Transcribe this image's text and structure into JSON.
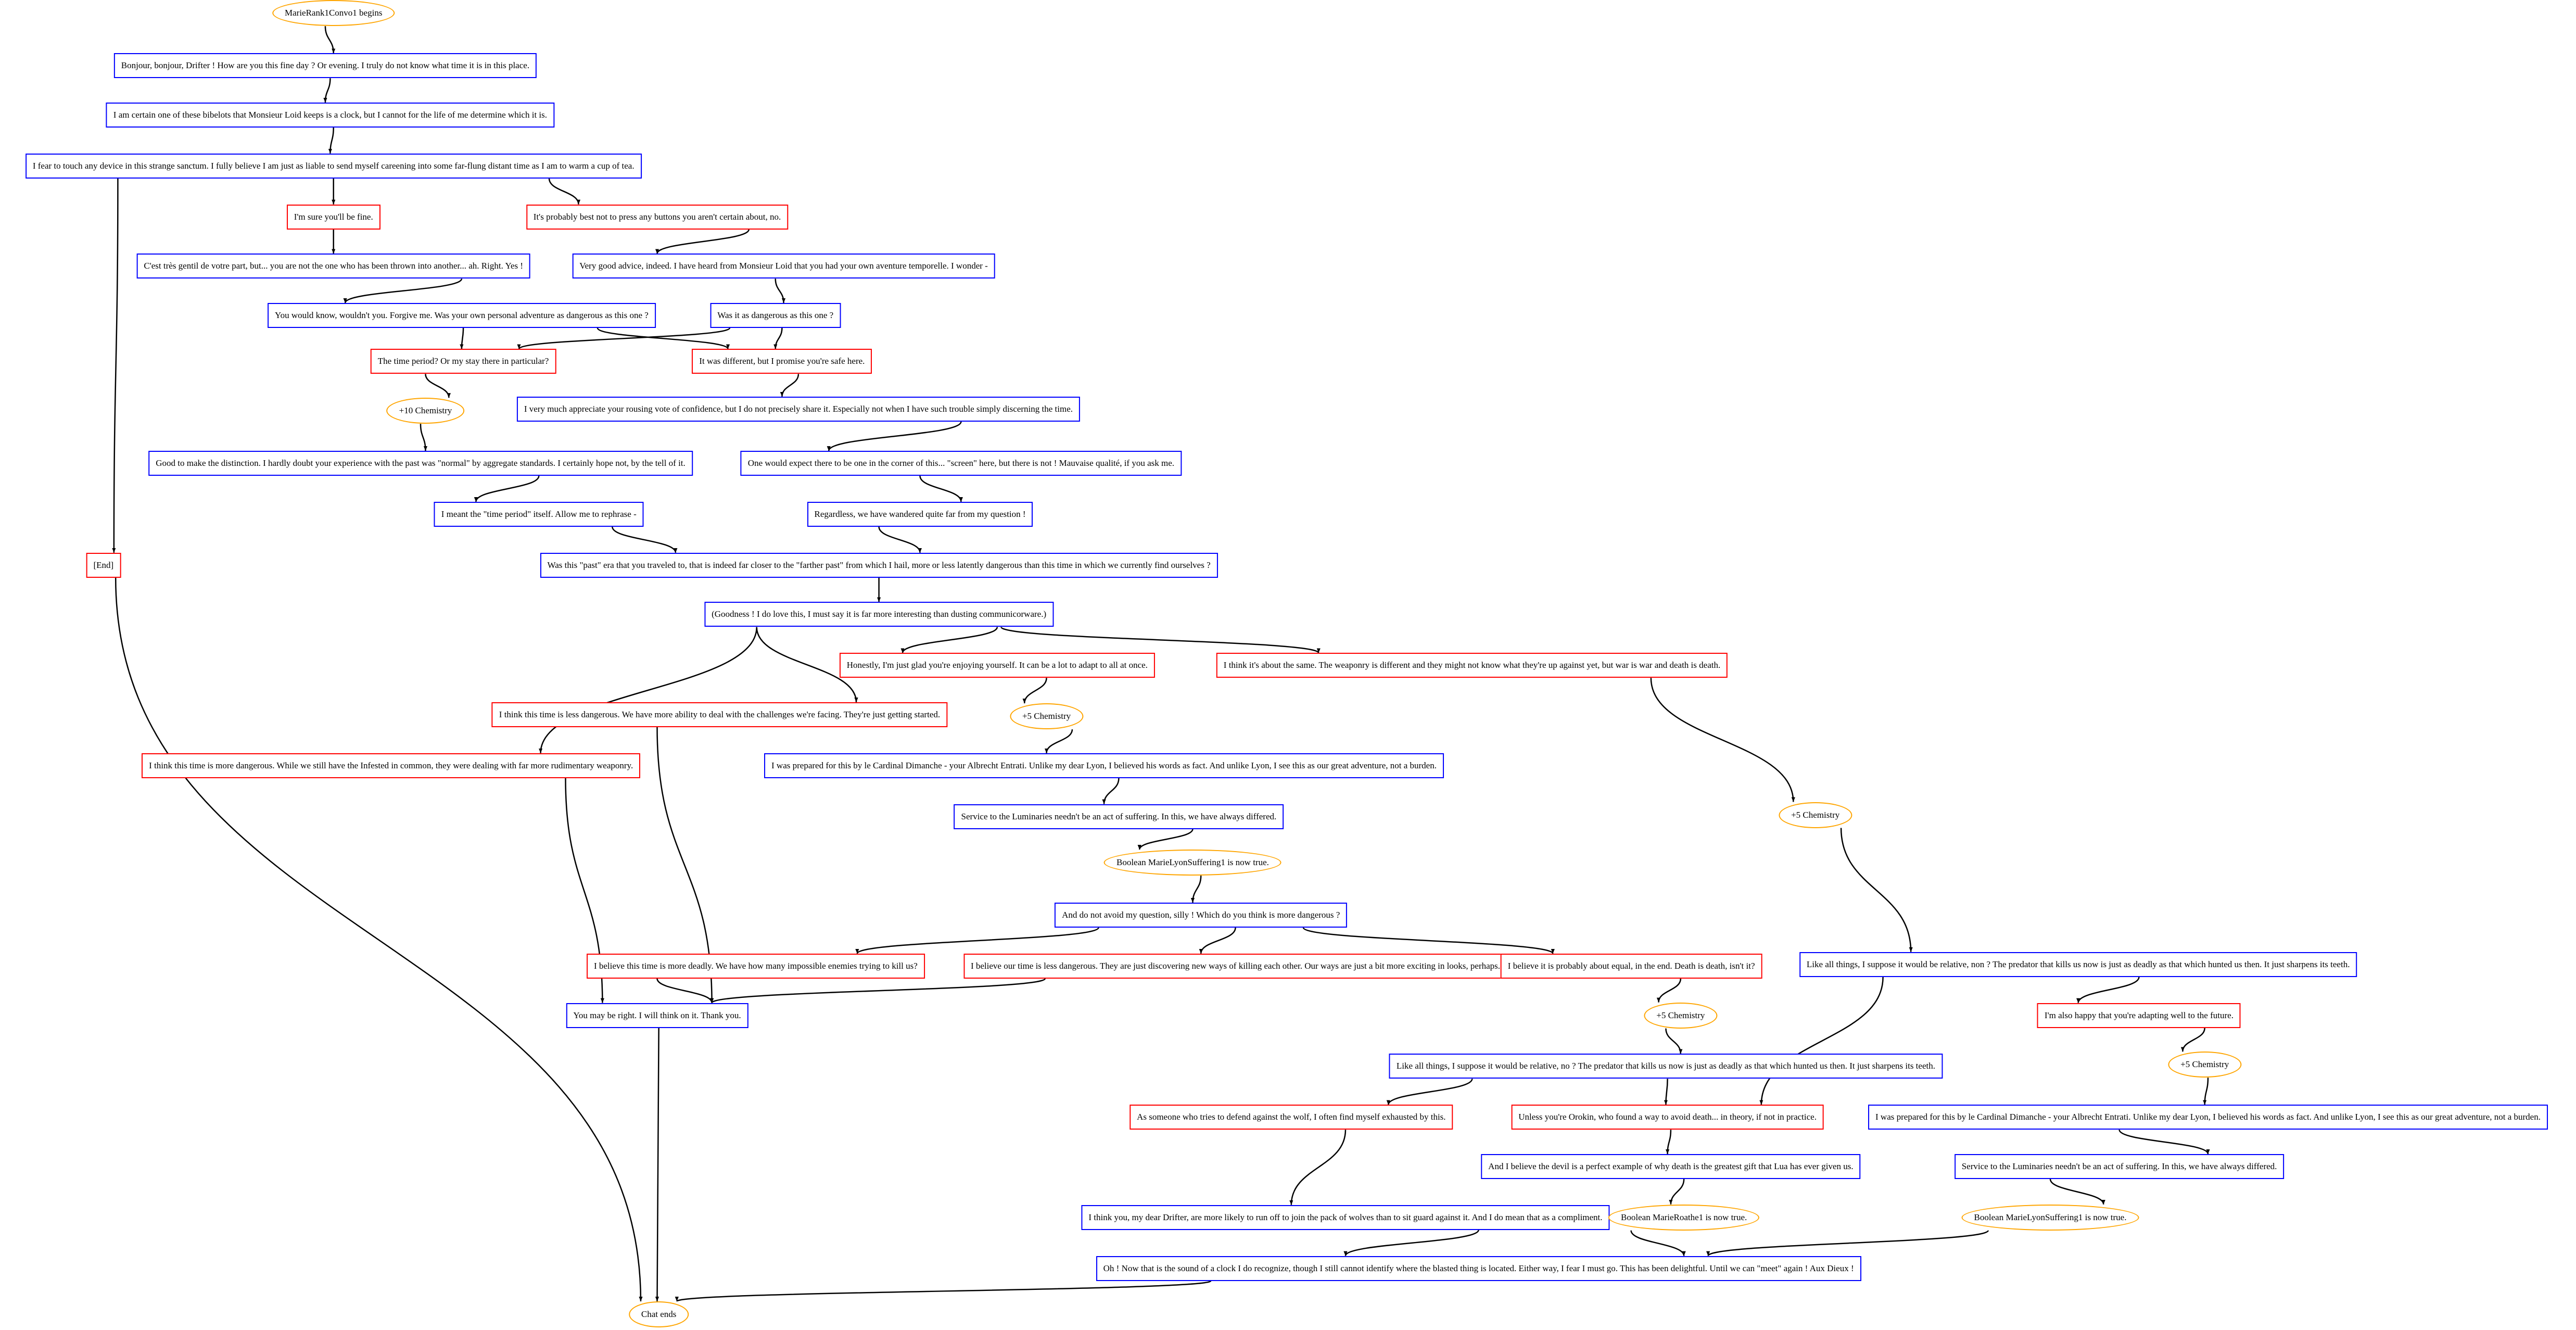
{
  "colors": {
    "npc": "#0000ff",
    "player": "#ff0000",
    "event": "#ffa500",
    "edge": "#000000"
  },
  "nodes": [
    {
      "type": "ellipse",
      "text": "MarieRank1Convo1 begins"
    },
    {
      "type": "box-blue",
      "text": "Bonjour, bonjour, Drifter ! How are you this fine day ? Or evening. I truly do not know what time it is in this place."
    },
    {
      "type": "box-blue",
      "text": "I am certain one of these bibelots that Monsieur Loid keeps is a clock, but I cannot for the life of me determine which it is."
    },
    {
      "type": "box-blue",
      "text": "I fear to touch any device in this strange sanctum. I fully believe I am just as liable to send myself careening into some far-flung distant time as I am to warm a cup of tea."
    },
    {
      "type": "box-red",
      "text": "I'm sure you'll be fine."
    },
    {
      "type": "box-red",
      "text": "It's probably best not to press any buttons you aren't certain about, no."
    },
    {
      "type": "box-blue",
      "text": "C'est très gentil de votre part, but... you are not the one who has been thrown into another... ah. Right. Yes !"
    },
    {
      "type": "box-blue",
      "text": "Very good advice, indeed. I have heard from Monsieur Loid that you had your own aventure temporelle. I wonder -"
    },
    {
      "type": "box-blue",
      "text": "You would know, wouldn't you. Forgive me. Was your own personal adventure as dangerous as this one ?"
    },
    {
      "type": "box-blue",
      "text": "Was it as dangerous as this one ?"
    },
    {
      "type": "box-red",
      "text": "The time period? Or my stay there in particular?"
    },
    {
      "type": "box-red",
      "text": "It was different, but I promise you're safe here."
    },
    {
      "type": "ellipse",
      "text": "+10 Chemistry"
    },
    {
      "type": "box-blue",
      "text": "I very much appreciate your rousing vote of confidence, but I do not precisely share it. Especially not when I have such trouble simply discerning the time."
    },
    {
      "type": "box-blue",
      "text": "Good to make the distinction. I hardly doubt your experience with the past was \"normal\" by aggregate standards. I certainly hope not, by the tell of it."
    },
    {
      "type": "box-blue",
      "text": "One would expect there to be one in the corner of this... \"screen\" here, but there is not ! Mauvaise qualité, if you ask me."
    },
    {
      "type": "box-blue",
      "text": "I meant the \"time period\" itself. Allow me to rephrase -"
    },
    {
      "type": "box-blue",
      "text": "Regardless, we have wandered quite far from my question !"
    },
    {
      "type": "box-red",
      "text": "[End]"
    },
    {
      "type": "box-blue",
      "text": "Was this \"past\" era that you traveled to, that is indeed far closer to the \"farther past\" from which I hail, more or less latently dangerous than this time in which we currently find ourselves ?"
    },
    {
      "type": "box-blue",
      "text": "(Goodness ! I do love this, I must say it is far more interesting than dusting communicorware.)"
    },
    {
      "type": "box-red",
      "text": "Honestly, I'm just glad you're enjoying yourself. It can be a lot to adapt to all at once."
    },
    {
      "type": "box-red",
      "text": "I think it's about the same. The weaponry is different and they might not know what they're up against yet, but war is war and death is death."
    },
    {
      "type": "box-red",
      "text": "I think this time is less dangerous. We have more ability to deal with the challenges we're facing. They're just getting started."
    },
    {
      "type": "ellipse",
      "text": "+5 Chemistry"
    },
    {
      "type": "box-red",
      "text": "I think this time is more dangerous. While we still have the Infested in common, they were dealing with far more rudimentary weaponry."
    },
    {
      "type": "box-blue",
      "text": "I was prepared for this by le Cardinal Dimanche - your Albrecht Entrati. Unlike my dear Lyon, I believed his words as fact. And unlike Lyon, I see this as our great adventure, not a burden."
    },
    {
      "type": "ellipse",
      "text": "+5 Chemistry"
    },
    {
      "type": "box-blue",
      "text": "Service to the Luminaries needn't be an act of suffering. In this, we have always differed."
    },
    {
      "type": "ellipse",
      "text": "Boolean MarieLyonSuffering1 is now true."
    },
    {
      "type": "box-blue",
      "text": "And do not avoid my question, silly ! Which do you think is more dangerous ?"
    },
    {
      "type": "box-red",
      "text": "I believe this time is more deadly. We have how many impossible enemies trying to kill us?"
    },
    {
      "type": "box-red",
      "text": "I believe our time is less dangerous. They are just discovering new ways of killing each other. Our ways are just a bit more exciting in looks, perhaps."
    },
    {
      "type": "box-red",
      "text": "I believe it is probably about equal, in the end. Death is death, isn't it?"
    },
    {
      "type": "box-blue",
      "text": "Like all things, I suppose it would be relative, non ? The predator that kills us now is just as deadly as that which hunted us then. It just sharpens its teeth."
    },
    {
      "type": "box-blue",
      "text": "You may be right. I will think on it. Thank you."
    },
    {
      "type": "ellipse",
      "text": "+5 Chemistry"
    },
    {
      "type": "box-red",
      "text": "I'm also happy that you're adapting well to the future."
    },
    {
      "type": "ellipse",
      "text": "+5 Chemistry"
    },
    {
      "type": "box-blue",
      "text": "Like all things, I suppose it would be relative, no ? The predator that kills us now is just as deadly as that which hunted us then. It just sharpens its teeth."
    },
    {
      "type": "box-red",
      "text": "As someone who tries to defend against the wolf, I often find myself exhausted by this."
    },
    {
      "type": "box-red",
      "text": "Unless you're Orokin, who found a way to avoid death... in theory, if not in practice."
    },
    {
      "type": "box-blue",
      "text": "I was prepared for this by le Cardinal Dimanche - your Albrecht Entrati. Unlike my dear Lyon, I believed his words as fact. And unlike Lyon, I see this as our great adventure, not a burden."
    },
    {
      "type": "box-blue",
      "text": "And I believe the devil is a perfect example of why death is the greatest gift that Lua has ever given us."
    },
    {
      "type": "box-blue",
      "text": "Service to the Luminaries needn't be an act of suffering. In this, we have always differed."
    },
    {
      "type": "box-blue",
      "text": "I think you, my dear Drifter, are more likely to run off to join the pack of wolves than to sit guard against it. And I do mean that as a compliment."
    },
    {
      "type": "ellipse",
      "text": "Boolean MarieRoathe1 is now true."
    },
    {
      "type": "ellipse",
      "text": "Boolean MarieLyonSuffering1 is now true."
    },
    {
      "type": "box-blue",
      "text": "Oh ! Now that is the sound of a clock I do recognize, though I still cannot identify where the blasted thing is located. Either way, I fear I must go. This has been delightful. Until we can \"meet\" again ! Aux Dieux !"
    },
    {
      "type": "ellipse",
      "text": "Chat ends"
    }
  ],
  "edges": [
    [
      0,
      1
    ],
    [
      1,
      2
    ],
    [
      2,
      3
    ],
    [
      3,
      4
    ],
    [
      3,
      5
    ],
    [
      3,
      18
    ],
    [
      4,
      6
    ],
    [
      5,
      7
    ],
    [
      6,
      8
    ],
    [
      7,
      9
    ],
    [
      8,
      10
    ],
    [
      8,
      11
    ],
    [
      9,
      10
    ],
    [
      9,
      11
    ],
    [
      10,
      12
    ],
    [
      11,
      13
    ],
    [
      12,
      14
    ],
    [
      13,
      15
    ],
    [
      14,
      16
    ],
    [
      15,
      17
    ],
    [
      16,
      19
    ],
    [
      17,
      19
    ],
    [
      18,
      49
    ],
    [
      19,
      20
    ],
    [
      20,
      21
    ],
    [
      20,
      22
    ],
    [
      20,
      23
    ],
    [
      20,
      25
    ],
    [
      21,
      24
    ],
    [
      24,
      26
    ],
    [
      22,
      27
    ],
    [
      26,
      28
    ],
    [
      28,
      29
    ],
    [
      29,
      30
    ],
    [
      30,
      31
    ],
    [
      30,
      32
    ],
    [
      30,
      33
    ],
    [
      23,
      35
    ],
    [
      25,
      35
    ],
    [
      31,
      35
    ],
    [
      32,
      35
    ],
    [
      33,
      36
    ],
    [
      36,
      39
    ],
    [
      27,
      34
    ],
    [
      34,
      37
    ],
    [
      34,
      41
    ],
    [
      37,
      38
    ],
    [
      38,
      42
    ],
    [
      39,
      40
    ],
    [
      39,
      41
    ],
    [
      40,
      45
    ],
    [
      41,
      43
    ],
    [
      43,
      46
    ],
    [
      42,
      44
    ],
    [
      44,
      47
    ],
    [
      45,
      48
    ],
    [
      46,
      48
    ],
    [
      47,
      48
    ],
    [
      48,
      49
    ],
    [
      35,
      49
    ]
  ]
}
